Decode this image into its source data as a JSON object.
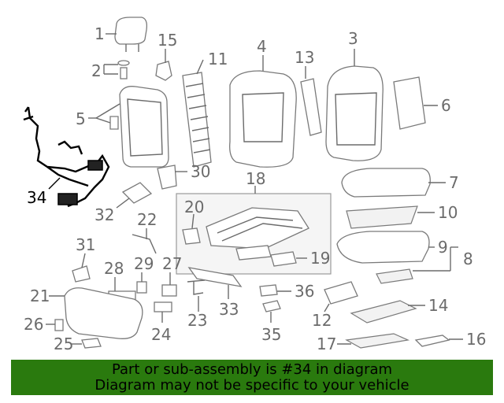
{
  "callouts": {
    "c1": "1",
    "c2": "2",
    "c3": "3",
    "c4": "4",
    "c5": "5",
    "c6": "6",
    "c7": "7",
    "c8": "8",
    "c9": "9",
    "c10": "10",
    "c11": "11",
    "c12": "12",
    "c13": "13",
    "c14": "14",
    "c15": "15",
    "c16": "16",
    "c17": "17",
    "c18": "18",
    "c19": "19",
    "c20": "20",
    "c21": "21",
    "c22": "22",
    "c23": "23",
    "c24": "24",
    "c25": "25",
    "c26": "26",
    "c27": "27",
    "c28": "28",
    "c29": "29",
    "c30": "30",
    "c31": "31",
    "c32": "32",
    "c33": "33",
    "c34": "34",
    "c35": "35",
    "c36": "36"
  },
  "highlighted_part": "34",
  "banner": {
    "line1": "Part or sub-assembly is #34 in diagram",
    "line2": "Diagram may not be specific to your vehicle",
    "color": "#2a7a0e"
  }
}
